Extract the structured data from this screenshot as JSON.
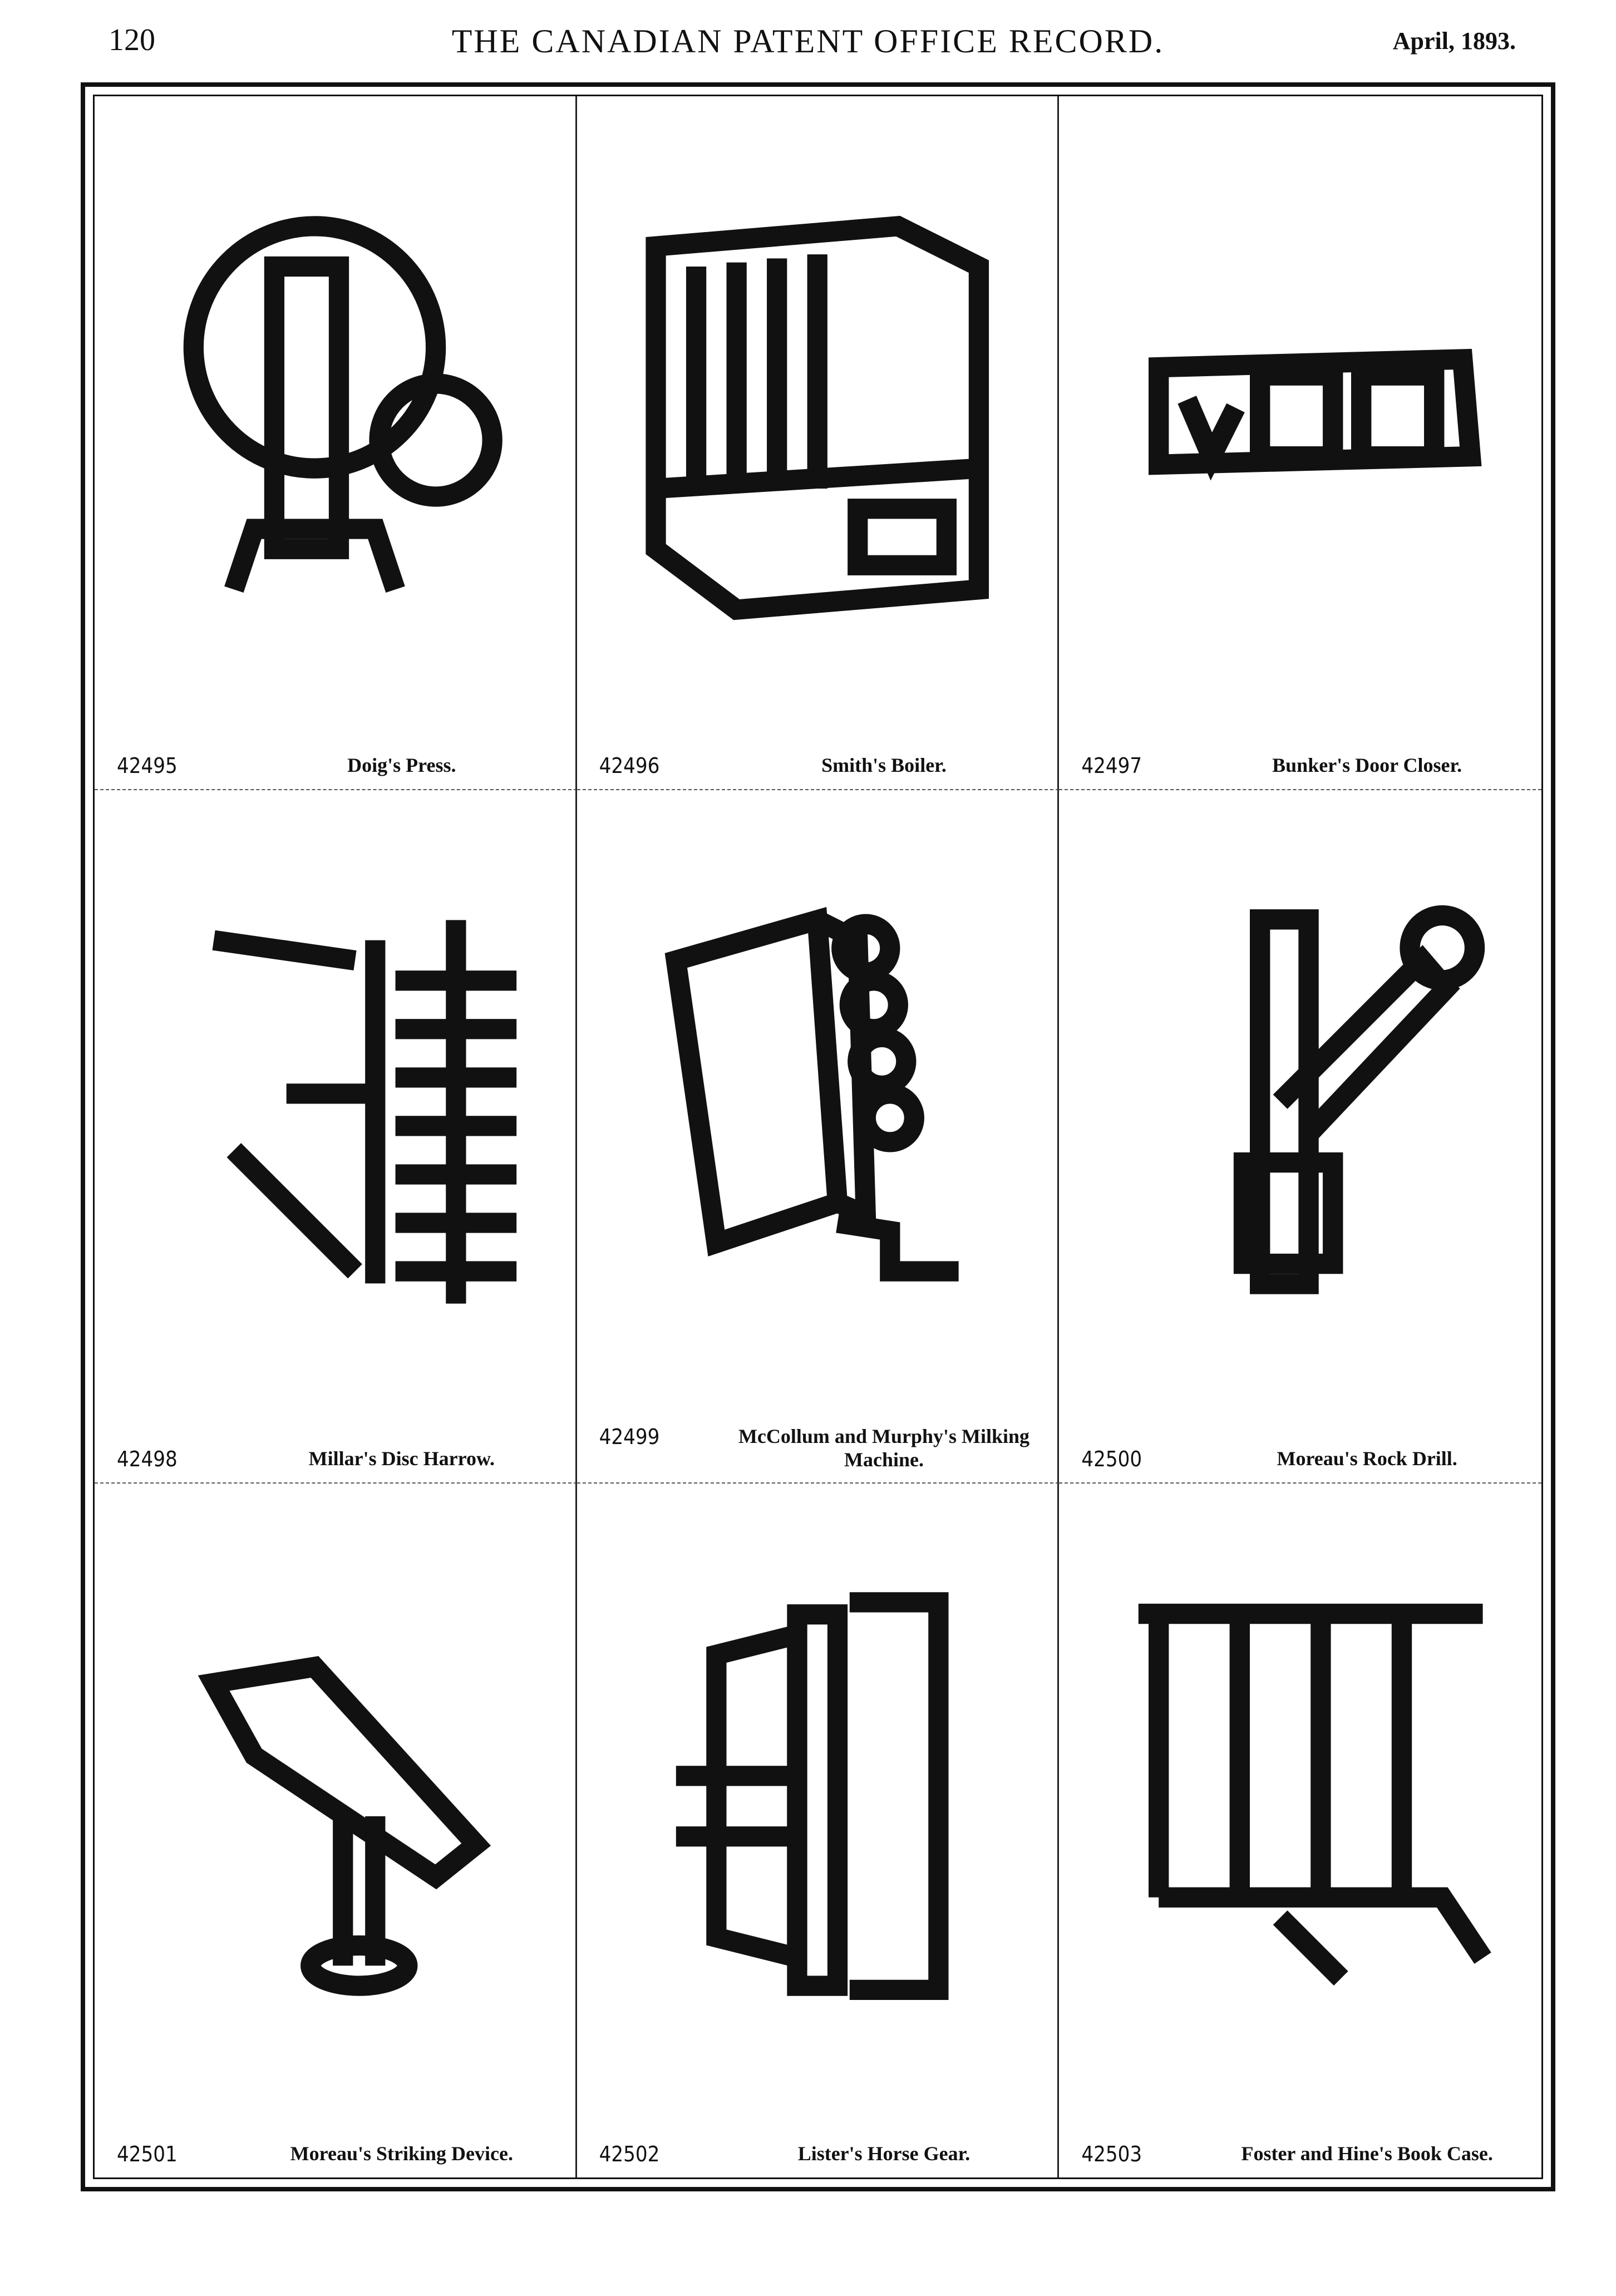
{
  "header": {
    "page_number": "120",
    "title": "THE CANADIAN PATENT OFFICE RECORD.",
    "date": "April, 1893."
  },
  "patents": [
    {
      "number": "42495",
      "name": "Doig's Press.",
      "icon": "press-drawing"
    },
    {
      "number": "42496",
      "name": "Smith's Boiler.",
      "icon": "boiler-drawing"
    },
    {
      "number": "42497",
      "name": "Bunker's Door Closer.",
      "icon": "door-closer-drawing"
    },
    {
      "number": "42498",
      "name": "Millar's Disc Harrow.",
      "icon": "harrow-drawing"
    },
    {
      "number": "42499",
      "name": "McCollum and Murphy's Milking Machine.",
      "icon": "milking-machine-drawing"
    },
    {
      "number": "42500",
      "name": "Moreau's Rock Drill.",
      "icon": "rock-drill-drawing"
    },
    {
      "number": "42501",
      "name": "Moreau's Striking Device.",
      "icon": "striking-device-drawing"
    },
    {
      "number": "42502",
      "name": "Lister's Horse Gear.",
      "icon": "horse-gear-drawing"
    },
    {
      "number": "42503",
      "name": "Foster and Hine's Book Case.",
      "icon": "book-case-drawing"
    }
  ]
}
